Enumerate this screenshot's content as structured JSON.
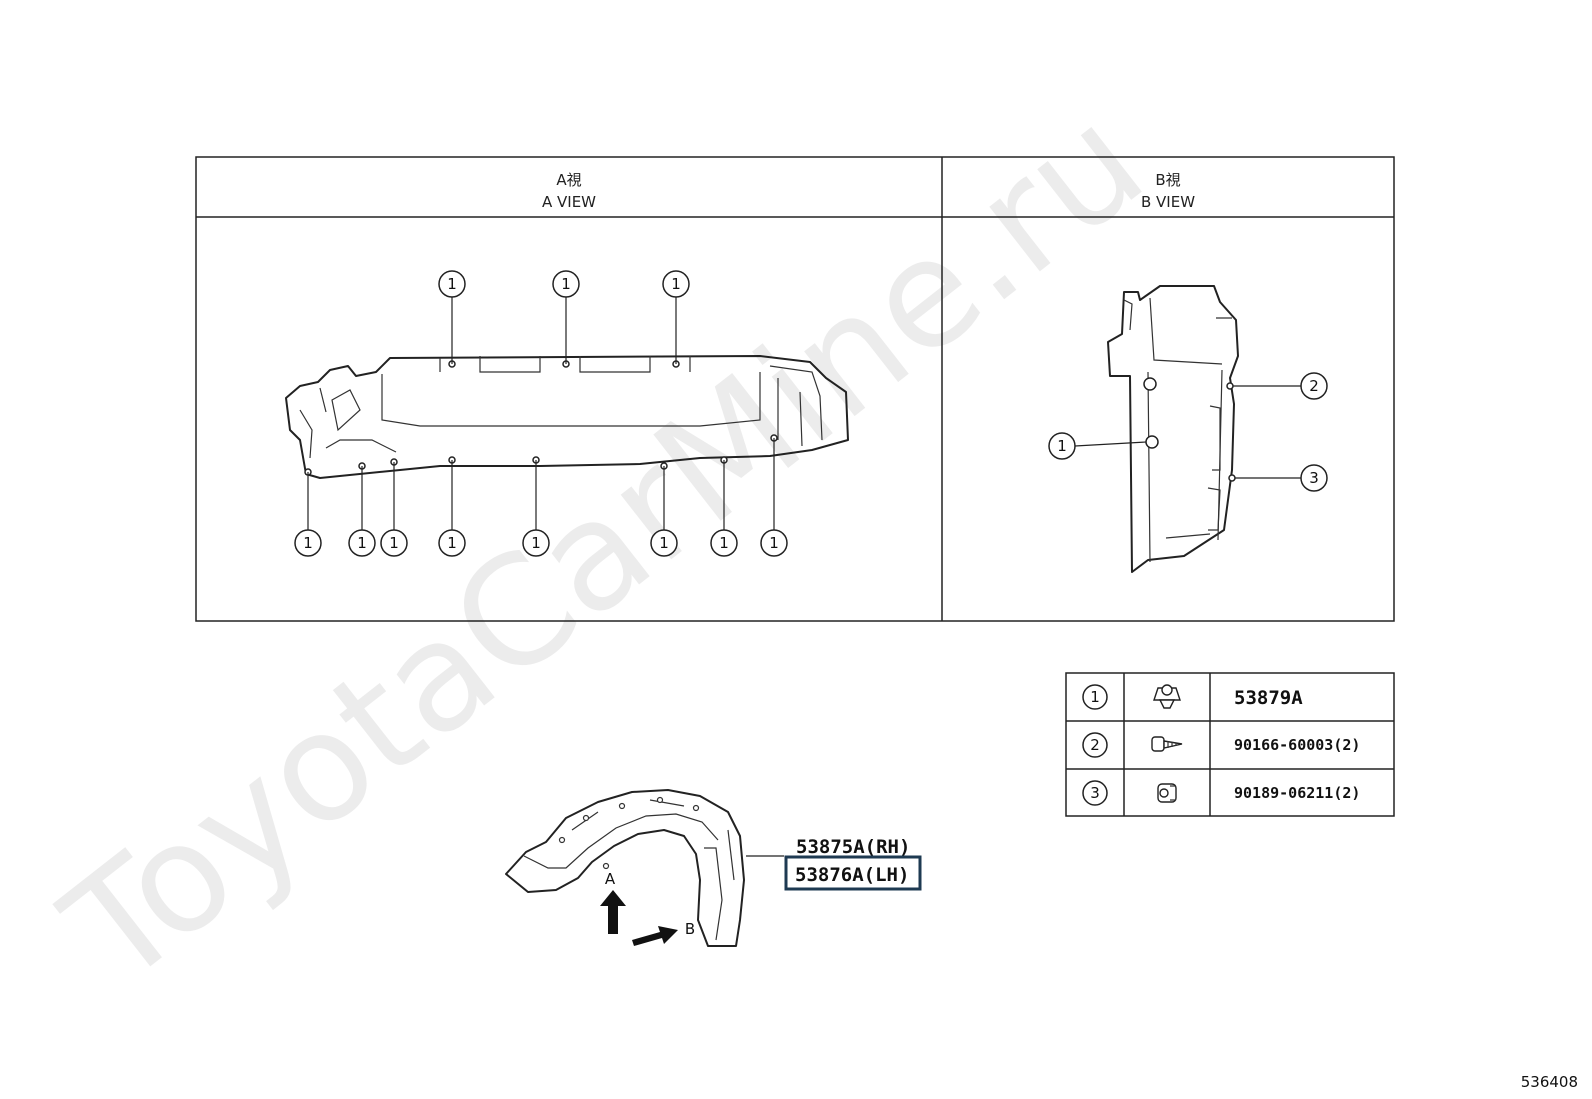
{
  "views": {
    "a": {
      "title_jp": "A視",
      "title_en": "A VIEW"
    },
    "b": {
      "title_jp": "B視",
      "title_en": "B VIEW"
    }
  },
  "callout": {
    "marker_1": "1",
    "marker_2": "2",
    "marker_3": "3"
  },
  "legend": [
    {
      "marker": "1",
      "icon": "clip-icon",
      "part": "53879A"
    },
    {
      "marker": "2",
      "icon": "screw-icon",
      "part": "90166-60003(2)"
    },
    {
      "marker": "3",
      "icon": "nut-icon",
      "part": "90189-06211(2)"
    }
  ],
  "main_part": {
    "rh": "53875A(RH)",
    "lh": "53876A(LH)"
  },
  "arrows": {
    "a": "A",
    "b": "B"
  },
  "watermark": "ToyotaCarMine.ru",
  "diagram_id": "536408"
}
